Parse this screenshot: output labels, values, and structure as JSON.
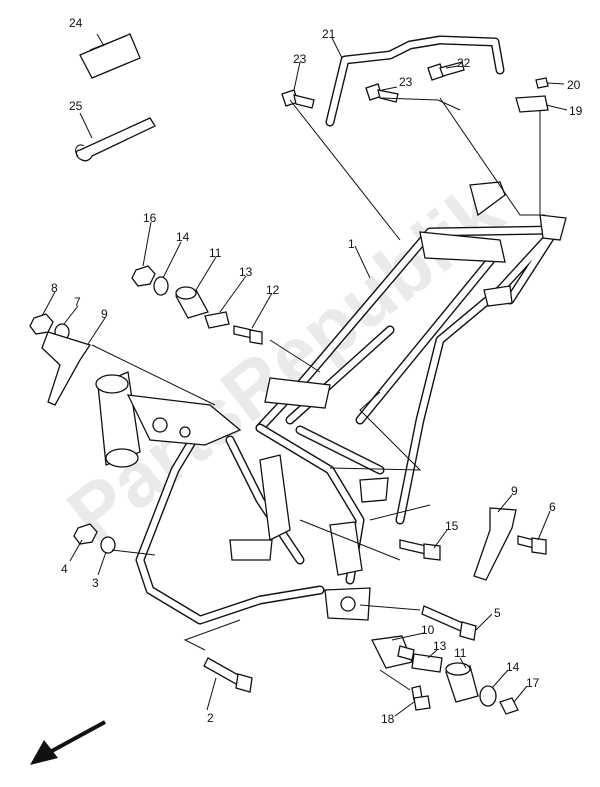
{
  "watermark": "PartsRepublik",
  "callouts": [
    {
      "id": "c1",
      "text": "1"
    },
    {
      "id": "c2",
      "text": "2"
    },
    {
      "id": "c3",
      "text": "3"
    },
    {
      "id": "c4",
      "text": "4"
    },
    {
      "id": "c5",
      "text": "5"
    },
    {
      "id": "c6",
      "text": "6"
    },
    {
      "id": "c7",
      "text": "7"
    },
    {
      "id": "c8",
      "text": "8"
    },
    {
      "id": "c9a",
      "text": "9"
    },
    {
      "id": "c9b",
      "text": "9"
    },
    {
      "id": "c10",
      "text": "10"
    },
    {
      "id": "c11a",
      "text": "11"
    },
    {
      "id": "c11b",
      "text": "11"
    },
    {
      "id": "c12",
      "text": "12"
    },
    {
      "id": "c13a",
      "text": "13"
    },
    {
      "id": "c13b",
      "text": "13"
    },
    {
      "id": "c14a",
      "text": "14"
    },
    {
      "id": "c14b",
      "text": "14"
    },
    {
      "id": "c15",
      "text": "15"
    },
    {
      "id": "c16",
      "text": "16"
    },
    {
      "id": "c17",
      "text": "17"
    },
    {
      "id": "c18",
      "text": "18"
    },
    {
      "id": "c19",
      "text": "19"
    },
    {
      "id": "c20",
      "text": "20"
    },
    {
      "id": "c21",
      "text": "21"
    },
    {
      "id": "c22",
      "text": "22"
    },
    {
      "id": "c23a",
      "text": "23"
    },
    {
      "id": "c23b",
      "text": "23"
    },
    {
      "id": "c24",
      "text": "24"
    },
    {
      "id": "c25",
      "text": "25"
    }
  ]
}
